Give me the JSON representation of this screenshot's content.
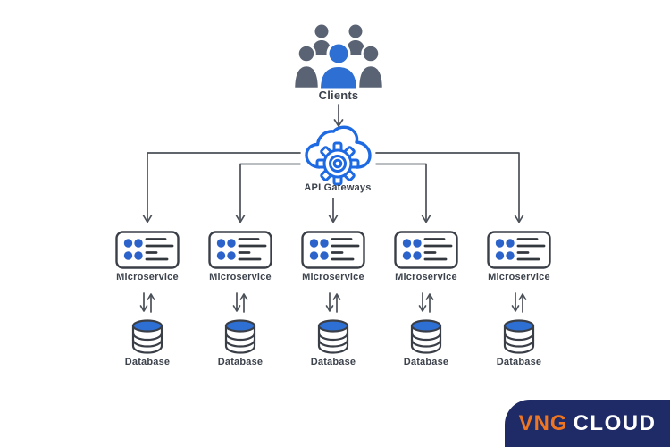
{
  "colors": {
    "person_gray": "#5A6373",
    "accent_blue": "#2D6FD3",
    "cloud_blue": "#1E6AE3",
    "connector_gray": "#4B5158",
    "icon_stroke": "#3A3F47",
    "label_text": "#3D434D",
    "logo_navy": "#1E2B66",
    "logo_orange": "#EE7623"
  },
  "icons": {
    "clients": "users-group-icon",
    "gateway": "cloud-gear-icon",
    "service": "service-card-icon",
    "database": "database-cylinder-icon",
    "connectors": "arrow-connectors"
  },
  "nodes": {
    "clients": {
      "label": "Clients"
    },
    "gateway": {
      "label": "API Gateways"
    }
  },
  "services": [
    {
      "service_label": "Microservice",
      "database_label": "Database"
    },
    {
      "service_label": "Microservice",
      "database_label": "Database"
    },
    {
      "service_label": "Microservice",
      "database_label": "Database"
    },
    {
      "service_label": "Microservice",
      "database_label": "Database"
    },
    {
      "service_label": "Microservice",
      "database_label": "Database"
    }
  ],
  "logo": {
    "brand": "VNG",
    "suffix": "CLOUD"
  }
}
